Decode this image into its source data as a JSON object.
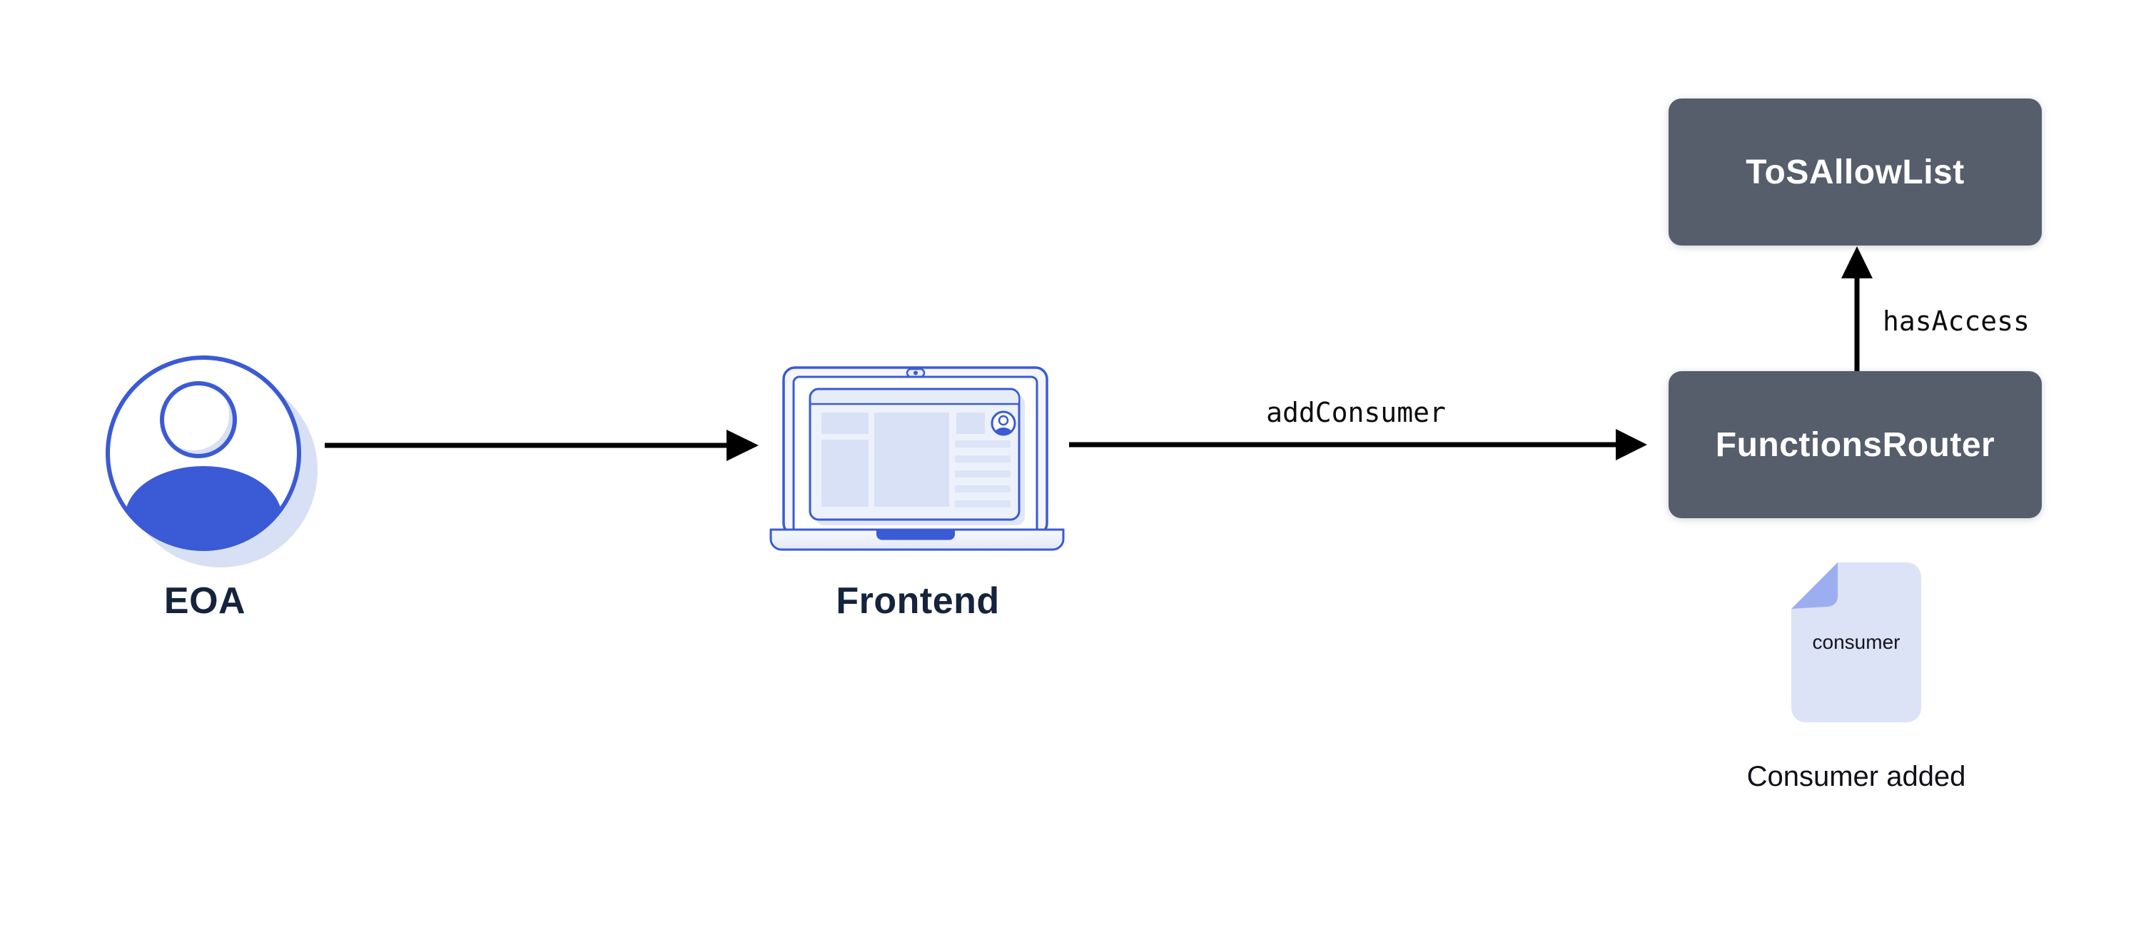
{
  "nodes": {
    "eoa": {
      "label": "EOA",
      "icon": "user-avatar-icon"
    },
    "frontend": {
      "label": "Frontend",
      "icon": "laptop-icon"
    },
    "tos_allow_list": {
      "label": "ToSAllowList"
    },
    "functions_router": {
      "label": "FunctionsRouter"
    },
    "consumer_document": {
      "file_label": "consumer",
      "caption": "Consumer added",
      "icon": "document-icon"
    }
  },
  "edges": {
    "frontend_to_functions_router": {
      "label": "addConsumer"
    },
    "functions_router_to_tos_allow_list": {
      "label": "hasAccess"
    }
  },
  "colors": {
    "contract_box_bg": "#565D6B",
    "contract_box_text": "#FFFFFF",
    "accent_blue": "#3B5AD5",
    "soft_blue_fill": "#D9E1F6",
    "document_bg": "#DCE3F7",
    "document_fold": "#9CAEEF",
    "node_label": "#15233D",
    "arrow": "#000000"
  }
}
